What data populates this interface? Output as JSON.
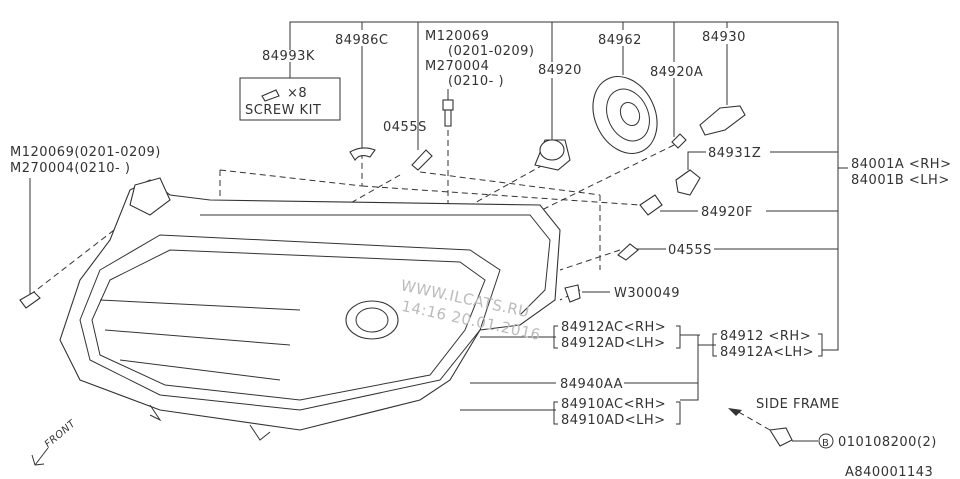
{
  "labels": {
    "p84993k": "84993K",
    "screw_kit_qty": "×8",
    "screw_kit": "SCREW KIT",
    "p84986c": "84986C",
    "m120069_top": "M120069",
    "m120069_top_range": "(0201-0209)",
    "m270004_top": "M270004",
    "m270004_top_range": "(0210-   )",
    "p84920": "84920",
    "p84962": "84962",
    "p84920a": "84920A",
    "p84930": "84930",
    "p0455s_top": "0455S",
    "m120069_left": "M120069(0201-0209)",
    "m270004_left": "M270004(0210-     )",
    "p84931z": "84931Z",
    "p84001a": "84001A <RH>",
    "p84001b": "84001B <LH>",
    "p84920f": "84920F",
    "p0455s_right": "0455S",
    "w300049": "W300049",
    "p84912ac": "84912AC<RH>",
    "p84912ad": "84912AD<LH>",
    "p84912": "84912 <RH>",
    "p84912a": "84912A<LH>",
    "p84940aa": "84940AA",
    "p84910ac": "84910AC<RH>",
    "p84910ad": "84910AD<LH>",
    "side_frame": "SIDE FRAME",
    "bolt_marker": "B",
    "bolt_part": "010108200(2)",
    "front": "FRONT",
    "diagram_id": "A840001143"
  },
  "watermark": {
    "site": "WWW.ILCATS.RU",
    "timestamp": "14:16 20.01.2016"
  }
}
